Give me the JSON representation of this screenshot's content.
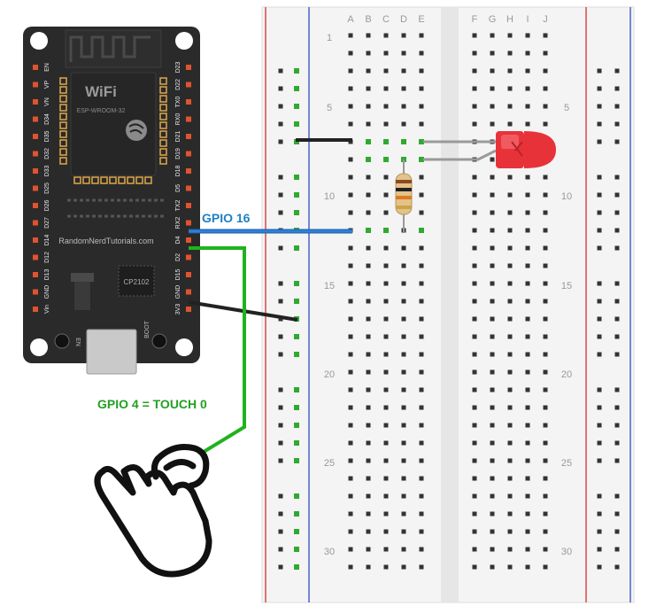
{
  "board": {
    "wifi_logo": "WiFi",
    "module_label": "ESP-WROOM-32",
    "maker_text": "RandomNerdTutorials.com",
    "usb_chip": "CP2102",
    "en_button": "EN",
    "boot_button": "BOOT",
    "left_pins": [
      "EN",
      "VP",
      "VN",
      "D34",
      "D35",
      "D32",
      "D33",
      "D25",
      "D26",
      "D27",
      "D14",
      "D12",
      "D13",
      "GND",
      "Vin"
    ],
    "right_pins": [
      "D23",
      "D22",
      "TX0",
      "RX0",
      "D21",
      "D19",
      "D18",
      "D5",
      "TX2",
      "RX2",
      "D4",
      "D2",
      "D15",
      "GND",
      "3V3"
    ]
  },
  "breadboard": {
    "columns_left": [
      "A",
      "B",
      "C",
      "D",
      "E"
    ],
    "columns_right": [
      "F",
      "G",
      "H",
      "I",
      "J"
    ],
    "row_numbers": [
      "1",
      "5",
      "10",
      "15",
      "20",
      "25",
      "30"
    ]
  },
  "labels": {
    "gpio16": "GPIO 16",
    "gpio4": "GPIO 4 = TOUCH 0"
  },
  "colors": {
    "wire_gpio16": "#2f7fd6",
    "wire_touch": "#1fb31f",
    "wire_gnd": "#222222",
    "led": "#e8323a",
    "label_gpio16": "#1f7fc4",
    "label_gpio4": "#22a022"
  },
  "icons": {
    "touch": "hand-pointer-icon",
    "led": "led-icon",
    "resistor": "resistor-icon"
  }
}
